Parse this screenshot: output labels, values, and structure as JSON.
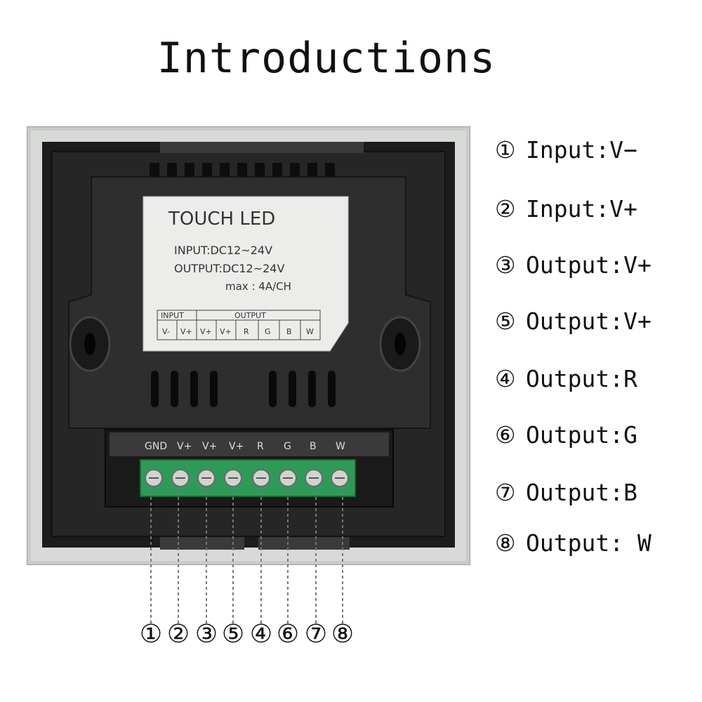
{
  "title": "Introductions",
  "label": {
    "heading": "TOUCH LED",
    "input_spec": "INPUT:DC12~24V",
    "output_spec": "OUTPUT:DC12~24V",
    "max_spec": "max : 4A/CH",
    "table_input": "INPUT",
    "table_output": "OUTPUT",
    "table_cells": [
      "V-",
      "V+",
      "V+",
      "V+",
      "R",
      "G",
      "B",
      "W"
    ]
  },
  "terminals": {
    "labels": [
      "GND",
      "V+",
      "V+",
      "V+",
      "R",
      "G",
      "B",
      "W"
    ]
  },
  "bottom_numbers": [
    "①",
    "②",
    "③",
    "⑤",
    "④",
    "⑥",
    "⑦",
    "⑧"
  ],
  "legend": [
    {
      "num": "①",
      "text": "Input:V−"
    },
    {
      "num": "②",
      "text": "Input:V+"
    },
    {
      "num": "③",
      "text": "Output:V+"
    },
    {
      "num": "⑤",
      "text": "Output:V+"
    },
    {
      "num": "④",
      "text": "Output:R"
    },
    {
      "num": "⑥",
      "text": "Output:G"
    },
    {
      "num": "⑦",
      "text": "Output:B"
    },
    {
      "num": "⑧",
      "text": "Output: W"
    }
  ]
}
